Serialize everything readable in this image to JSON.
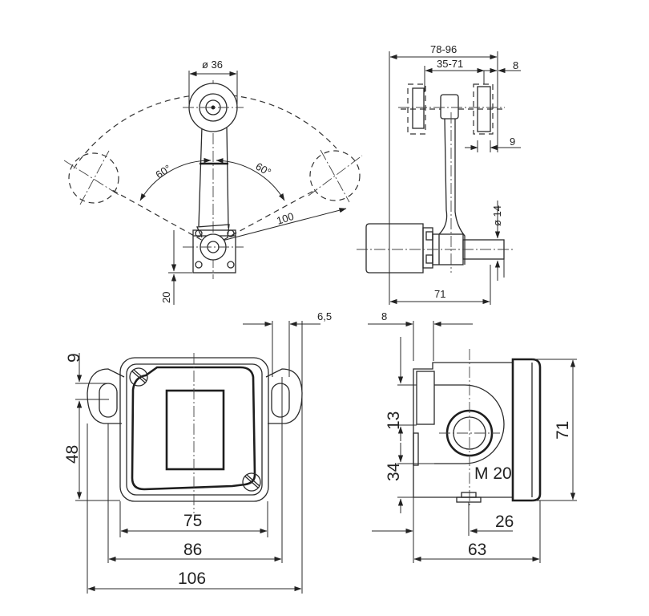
{
  "top_left_view": {
    "dia_roller": "ø 36",
    "angle_left": "60°",
    "angle_right": "60°",
    "lever_length": "100",
    "base_height": "20"
  },
  "top_right_view": {
    "range_total": "78-96",
    "range_inner": "35-71",
    "roller_width_top": "8",
    "roller_width_side": "9",
    "shaft_dia": "ø 14",
    "body_length": "71"
  },
  "bottom_left_view": {
    "dim_9": "9",
    "dim_48": "48",
    "dim_75": "75",
    "dim_86": "86",
    "dim_106": "106",
    "dim_top_cut": "6,5"
  },
  "bottom_right_view": {
    "dim_13": "13",
    "dim_34": "34",
    "thread": "M 20",
    "dim_26": "26",
    "dim_63": "63",
    "dim_71": "71",
    "dim_top_cut": "8"
  }
}
